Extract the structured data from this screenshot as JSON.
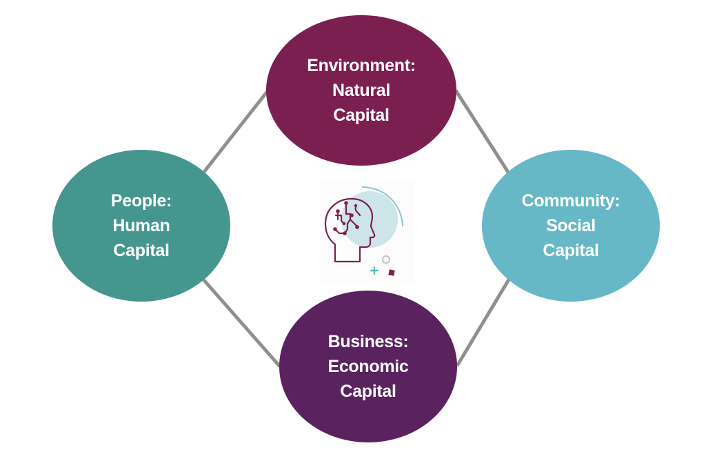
{
  "diagram": {
    "title": "Capitals diagram",
    "nodes": [
      {
        "id": "environment",
        "lines": [
          "Environment:",
          "Natural",
          "Capital"
        ],
        "color": "#7b1f51"
      },
      {
        "id": "people",
        "lines": [
          "People:",
          "Human",
          "Capital"
        ],
        "color": "#45968e"
      },
      {
        "id": "community",
        "lines": [
          "Community:",
          "Social",
          "Capital"
        ],
        "color": "#66b8c6"
      },
      {
        "id": "business",
        "lines": [
          "Business:",
          "Economic",
          "Capital"
        ],
        "color": "#5a2360"
      }
    ],
    "edges": [
      {
        "from": "people",
        "to": "environment"
      },
      {
        "from": "environment",
        "to": "community"
      },
      {
        "from": "people",
        "to": "business"
      },
      {
        "from": "business",
        "to": "community"
      }
    ],
    "edge_color": "#8f8f8b",
    "center_icon": {
      "name": "ai-brain-head-icon",
      "head_color": "#7b1f51",
      "circle_color": "#cde4e8",
      "arc_color": "#8cc7cf",
      "plus_color": "#5fb4bf",
      "ring_color": "#c8c8c8"
    }
  }
}
